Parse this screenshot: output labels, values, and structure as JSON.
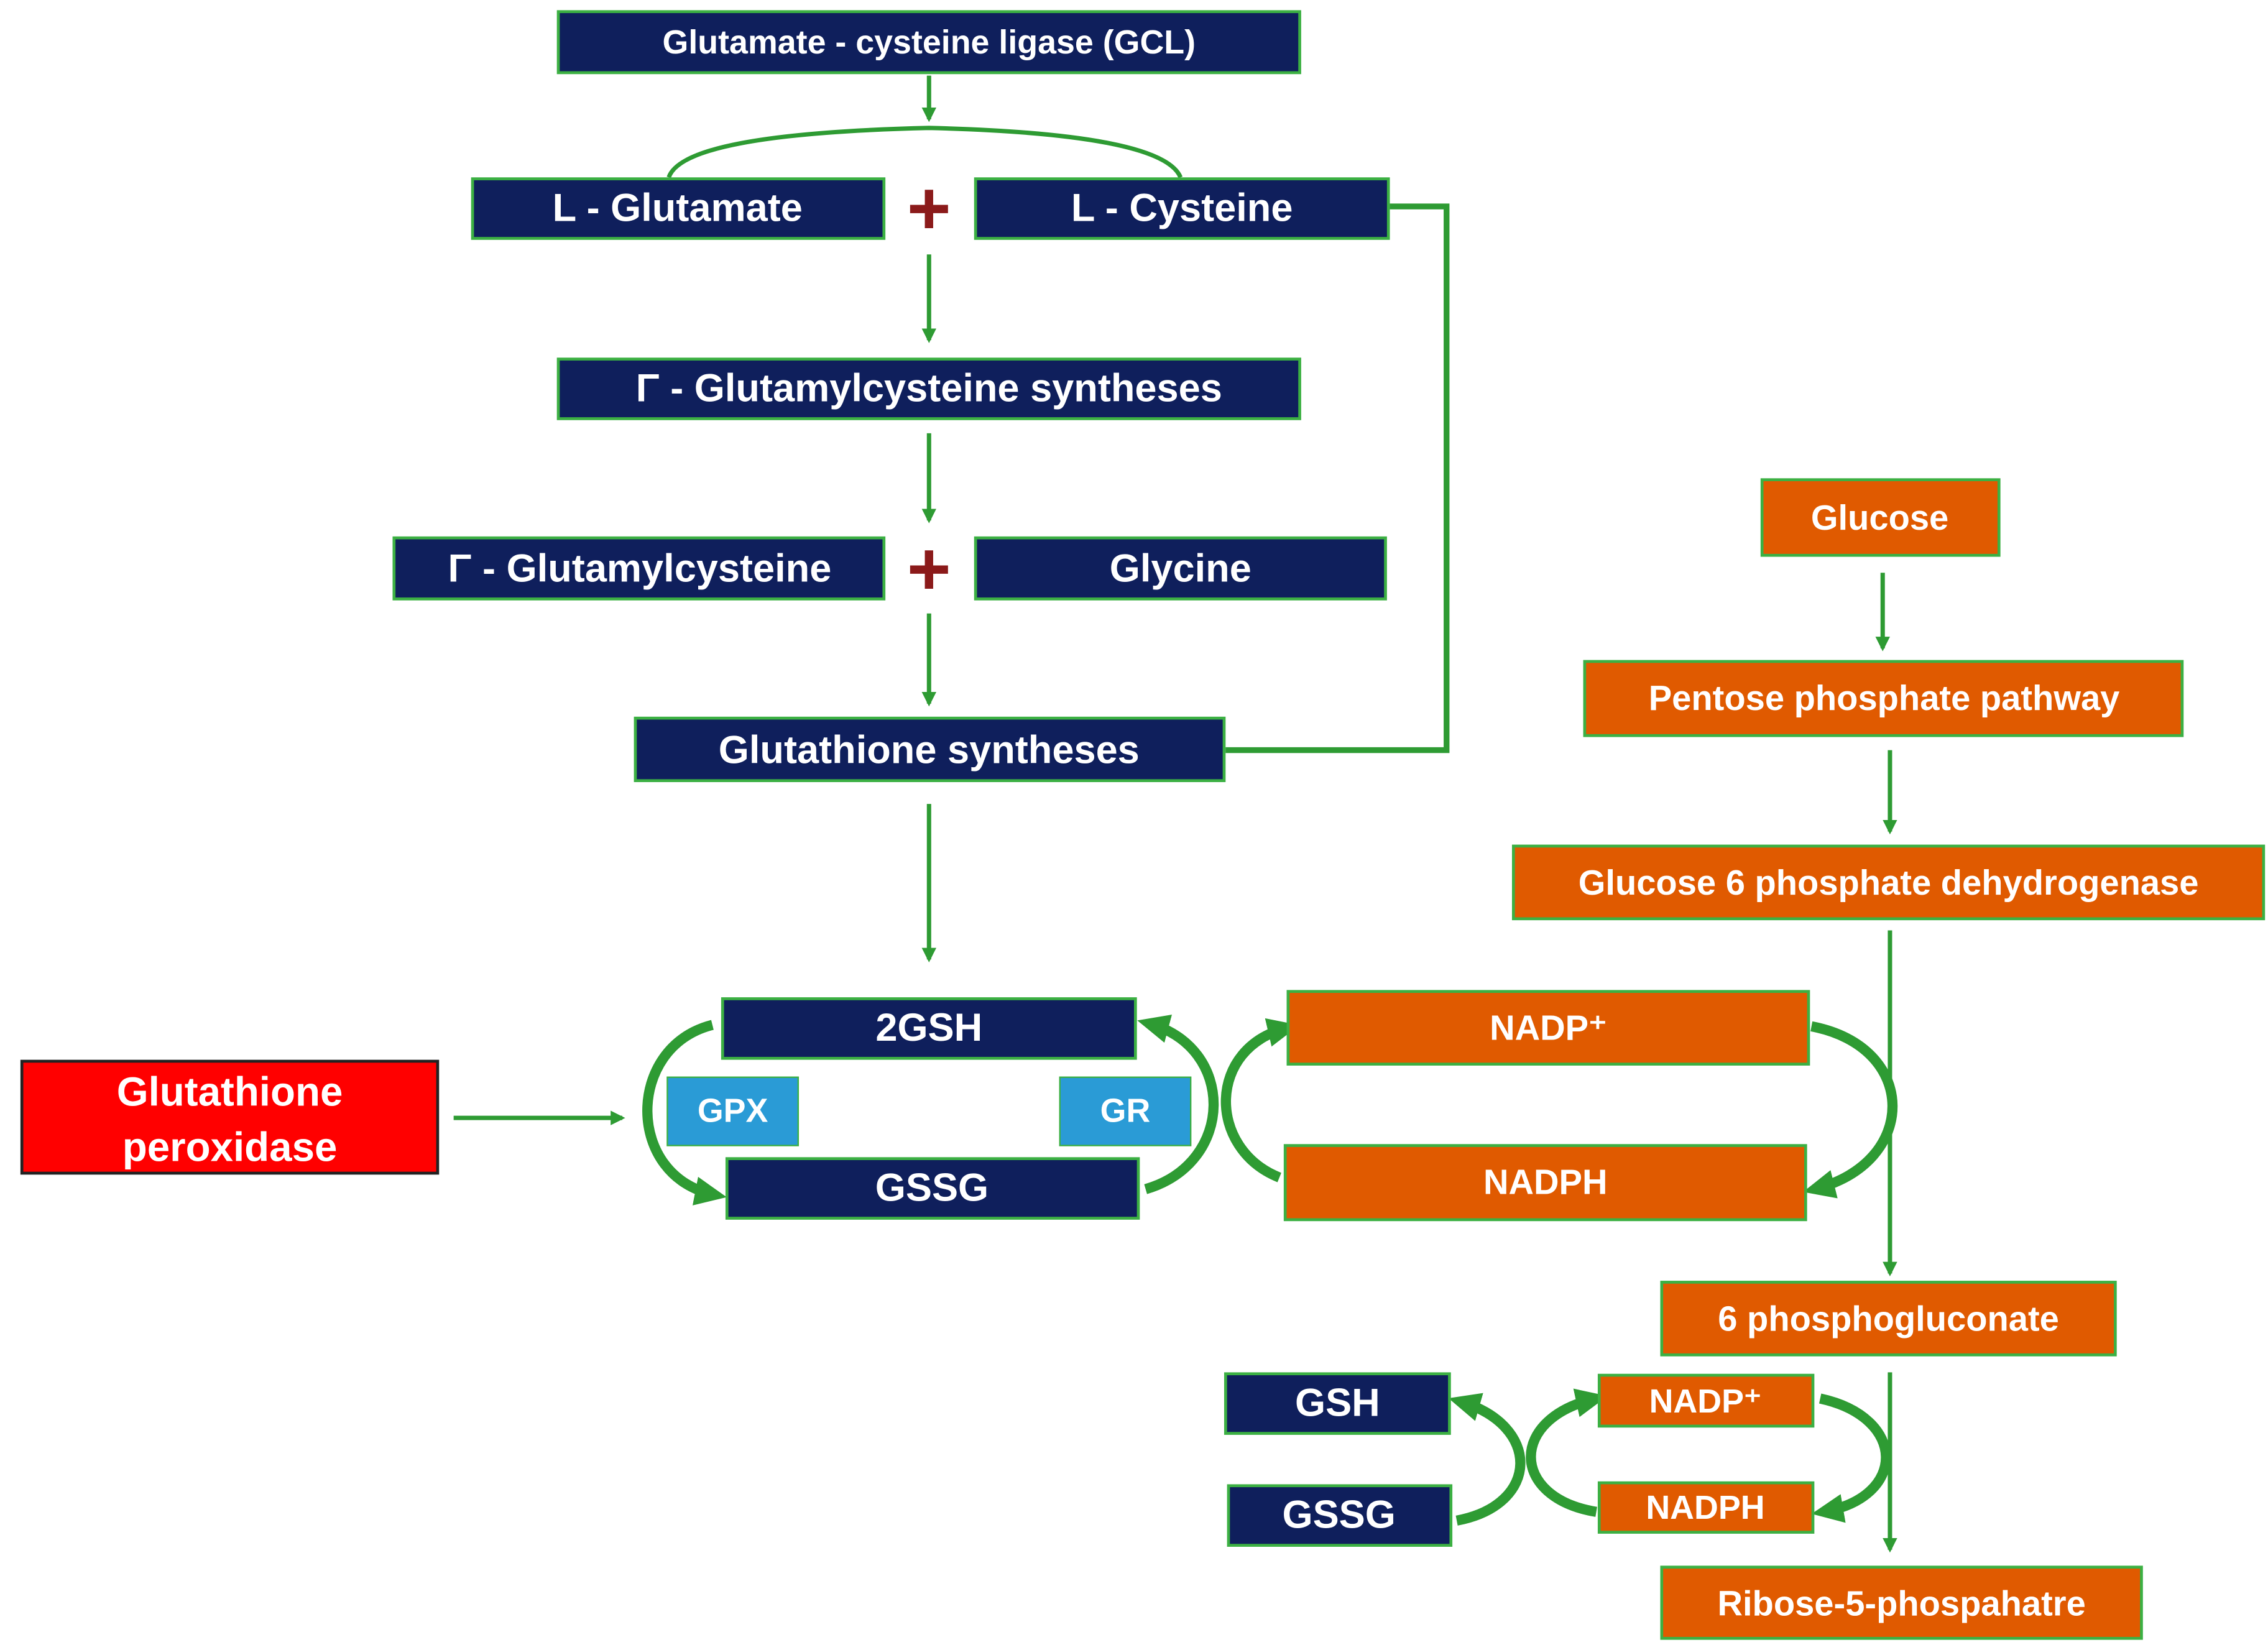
{
  "colors": {
    "navy": "#0f1f5c",
    "orange": "#e05a00",
    "red": "#ff0000",
    "enzyme_blue": "#2a9bd6",
    "arrow_green": "#2e9b33",
    "box_border": "#3cb043",
    "plus": "#8b1a1a"
  },
  "synthesis": {
    "gcl": "Glutamate - cysteine ligase (GCL)",
    "l_glutamate": "L - Glutamate",
    "l_cysteine": "L - Cysteine",
    "gamma_synthases": "Γ - Glutamylcysteine syntheses",
    "gamma_glutamylcysteine": "Γ - Glutamylcysteine",
    "glycine": "Glycine",
    "glutathione_synthases": "Glutathione syntheses",
    "plus_1": "+",
    "plus_2": "+"
  },
  "redox_cycle": {
    "gsh_2": "2GSH",
    "gssg": "GSSG",
    "gpx": "GPX",
    "gr": "GR",
    "nadp_plus": "NADP⁺",
    "nadph": "NADPH",
    "glutathione_peroxidase_line1": "Glutathione",
    "glutathione_peroxidase_line2": "peroxidase"
  },
  "pentose_pathway": {
    "glucose": "Glucose",
    "pentose_phosphate_pathway": "Pentose phosphate pathway",
    "g6pd": "Glucose 6 phosphate dehydrogenase",
    "phosphogluconate": "6 phosphogluconate",
    "nadp_plus_small": "NADP⁺",
    "nadph_small": "NADPH",
    "ribose": "Ribose-5-phospahatre"
  },
  "lower_cycle": {
    "gsh": "GSH",
    "gssg": "GSSG"
  }
}
